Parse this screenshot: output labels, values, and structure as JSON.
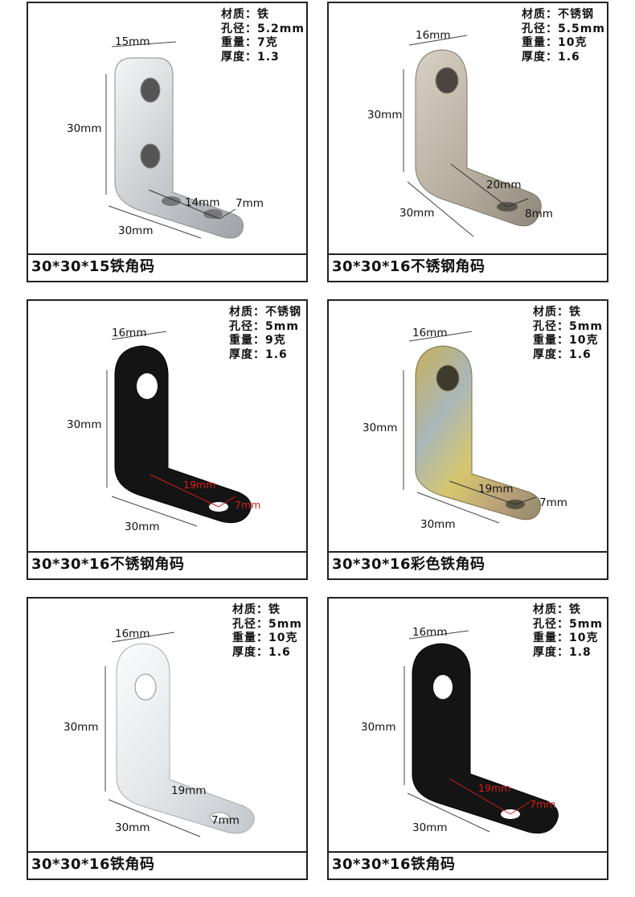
{
  "cards": [
    {
      "title": "30*30*15铁角码",
      "specs": [
        "材质：铁",
        "孔径：5.2mm",
        "重量：7克",
        "厚度：1.3"
      ],
      "dims": {
        "top": "15mm",
        "left": "30mm",
        "bottom": "30mm",
        "inner": "14mm",
        "hole": "7mm"
      },
      "finish": "silver-zinc"
    },
    {
      "title": "30*30*16不锈钢角码",
      "specs": [
        "材质：不锈钢",
        "孔径：5.5mm",
        "重量：10克",
        "厚度：1.6"
      ],
      "dims": {
        "top": "16mm",
        "left": "30mm",
        "bottom": "30mm",
        "inner": "20mm",
        "hole": "8mm"
      },
      "finish": "stainless"
    },
    {
      "title": "30*30*16不锈钢角码",
      "specs": [
        "材质：不锈钢",
        "孔径：5mm",
        "重量：9克",
        "厚度：1.6"
      ],
      "dims": {
        "top": "16mm",
        "left": "30mm",
        "bottom": "30mm",
        "inner": "19mm",
        "hole": "7mm"
      },
      "finish": "black"
    },
    {
      "title": "30*30*16彩色铁角码",
      "specs": [
        "材质：铁",
        "孔径：5mm",
        "重量：10克",
        "厚度：1.6"
      ],
      "dims": {
        "top": "16mm",
        "left": "30mm",
        "bottom": "30mm",
        "inner": "19mm",
        "hole": "7mm"
      },
      "finish": "color-zinc"
    },
    {
      "title": "30*30*16铁角码",
      "specs": [
        "材质：铁",
        "孔径：5mm",
        "重量：10克",
        "厚度：1.6"
      ],
      "dims": {
        "top": "16mm",
        "left": "30mm",
        "bottom": "30mm",
        "inner": "19mm",
        "hole": "7mm"
      },
      "finish": "white-zinc"
    },
    {
      "title": "30*30*16铁角码",
      "specs": [
        "材质：铁",
        "孔径：5mm",
        "重量：10克",
        "厚度：1.8"
      ],
      "dims": {
        "top": "16mm",
        "left": "30mm",
        "bottom": "30mm",
        "inner": "19mm",
        "hole": "7mm"
      },
      "finish": "black"
    }
  ],
  "colors": {
    "border": "#222222",
    "dim_red": "#d81e1e",
    "black_metal": "#141414",
    "silver_metal": "#d9dce0",
    "stainless_metal": "#bdb6a8",
    "white_zinc": "#eef0f2"
  }
}
